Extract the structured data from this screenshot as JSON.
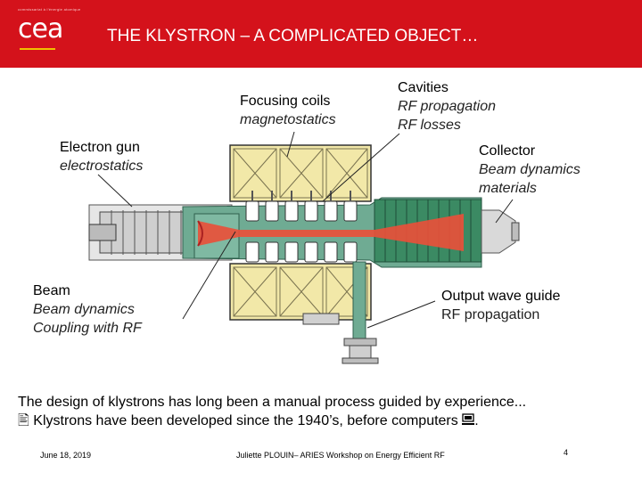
{
  "header": {
    "logo_tagline": "commissariat à l'énergie atomique",
    "logo_text": "cea",
    "title": "THE KLYSTRON – A COMPLICATED OBJECT…"
  },
  "labels": {
    "focusing_coils": {
      "title": "Focusing coils",
      "sub": [
        "magnetostatics"
      ]
    },
    "cavities": {
      "title": "Cavities",
      "sub": [
        "RF propagation",
        "RF losses"
      ]
    },
    "electron_gun": {
      "title": "Electron gun",
      "sub": [
        "electrostatics"
      ]
    },
    "collector": {
      "title": "Collector",
      "sub": [
        "Beam dynamics",
        "materials"
      ]
    },
    "beam": {
      "title": "Beam",
      "sub": [
        "Beam dynamics",
        "Coupling with RF"
      ]
    },
    "output_wave_guide": {
      "title": "Output wave guide",
      "sub": [
        "RF propagation"
      ]
    }
  },
  "body": {
    "line1": "The design of klystrons has long been a manual process guided by experience...",
    "line2_prefix": "🖹 Klystrons have been developed since the 1940’s, before computers ",
    "line2_suffix": "."
  },
  "icons": {
    "doc": "document-icon",
    "computer": "computer-icon"
  },
  "footer": {
    "date": "June 18, 2019",
    "center": "Juliette PLOUIN– ARIES Workshop on Energy Efficient RF",
    "page": "4"
  },
  "colors": {
    "brand_red": "#d4121b",
    "coil_yellow": "#f2e8a8",
    "beam_red": "#e8503a",
    "body_green": "#5f9e86"
  }
}
